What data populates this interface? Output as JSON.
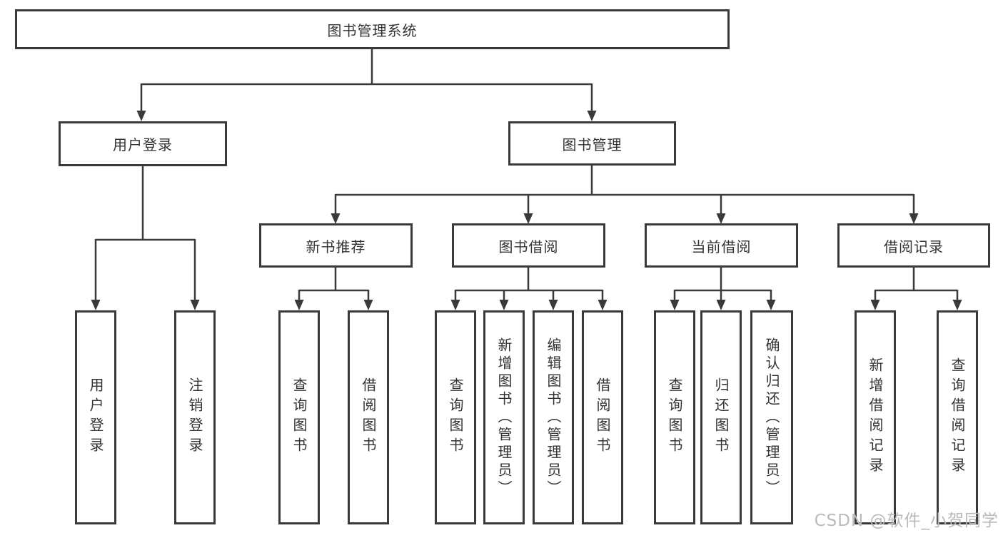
{
  "nodes": {
    "root": "图书管理系统",
    "user_login": "用户登录",
    "book_mgmt": "图书管理",
    "new_book_rec": "新书推荐",
    "book_borrow": "图书借阅",
    "current_borrow": "当前借阅",
    "borrow_records": "借阅记录",
    "leaf_user_login": "用户登录",
    "leaf_logout": "注销登录",
    "rec_query_books": "查询图书",
    "rec_borrow_books": "借阅图书",
    "bb_query_books": "查询图书",
    "bb_add_books": "新增图书（管理员）",
    "bb_edit_books": "编辑图书（管理员）",
    "bb_borrow_books": "借阅图书",
    "cb_query_books": "查询图书",
    "cb_return_books": "归还图书",
    "cb_confirm_return": "确认归还（管理员）",
    "br_add_record": "新增借阅记录",
    "br_query_record": "查询借阅记录"
  },
  "watermark": "CSDN @软件_小贺同学",
  "colors": {
    "line": "#3a3a3a",
    "text": "#333333",
    "watermark": "#bcb9bb",
    "background": "#ffffff"
  }
}
